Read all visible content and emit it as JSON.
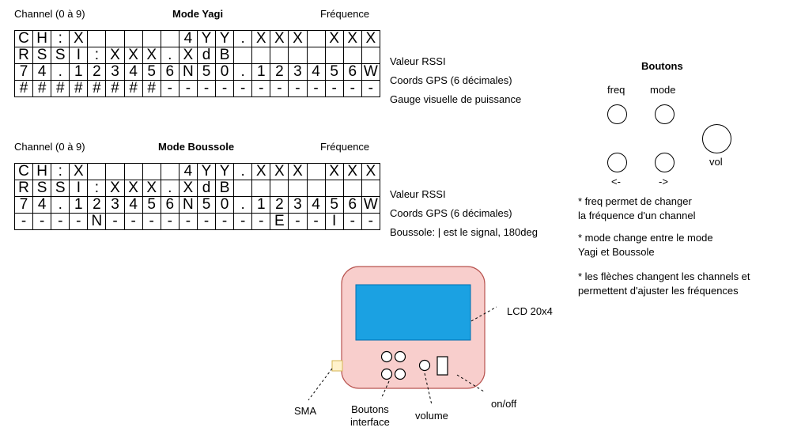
{
  "yagi": {
    "channel_label": "Channel (0 à 9)",
    "title": "Mode Yagi",
    "freq_label": "Fréquence",
    "rows": [
      [
        "C",
        "H",
        ":",
        "X",
        "",
        "",
        "",
        "",
        "",
        "4",
        "Y",
        "Y",
        ".",
        "X",
        "X",
        "X",
        "",
        "X",
        "X",
        "X"
      ],
      [
        "R",
        "S",
        "S",
        "I",
        ":",
        "X",
        "X",
        "X",
        ".",
        "X",
        "d",
        "B",
        "",
        "",
        "",
        "",
        "",
        "",
        "",
        ""
      ],
      [
        "7",
        "4",
        ".",
        "1",
        "2",
        "3",
        "4",
        "5",
        "6",
        "N",
        "5",
        "0",
        ".",
        "1",
        "2",
        "3",
        "4",
        "5",
        "6",
        "W"
      ],
      [
        "#",
        "#",
        "#",
        "#",
        "#",
        "#",
        "#",
        "#",
        "-",
        "-",
        "-",
        "-",
        "-",
        "-",
        "-",
        "-",
        "-",
        "-",
        "-",
        "-"
      ]
    ],
    "row_labels": [
      "",
      "Valeur RSSI",
      "Coords GPS (6 décimales)",
      "Gauge visuelle de puissance"
    ]
  },
  "boussole": {
    "channel_label": "Channel (0 à 9)",
    "title": "Mode Boussole",
    "freq_label": "Fréquence",
    "rows": [
      [
        "C",
        "H",
        ":",
        "X",
        "",
        "",
        "",
        "",
        "",
        "4",
        "Y",
        "Y",
        ".",
        "X",
        "X",
        "X",
        "",
        "X",
        "X",
        "X"
      ],
      [
        "R",
        "S",
        "S",
        "I",
        ":",
        "X",
        "X",
        "X",
        ".",
        "X",
        "d",
        "B",
        "",
        "",
        "",
        "",
        "",
        "",
        "",
        ""
      ],
      [
        "7",
        "4",
        ".",
        "1",
        "2",
        "3",
        "4",
        "5",
        "6",
        "N",
        "5",
        "0",
        ".",
        "1",
        "2",
        "3",
        "4",
        "5",
        "6",
        "W"
      ],
      [
        "-",
        "-",
        "-",
        "-",
        "N",
        "-",
        "-",
        "-",
        "-",
        "-",
        "-",
        "-",
        "-",
        "-",
        "E",
        "-",
        "-",
        "I",
        "-",
        "-"
      ]
    ],
    "row_labels": [
      "",
      "Valeur RSSI",
      "Coords GPS (6 décimales)",
      "Boussole: | est le signal, 180deg"
    ]
  },
  "buttons_panel": {
    "title": "Boutons",
    "freq": "freq",
    "mode": "mode",
    "left": "<-",
    "right": "->",
    "vol": "vol",
    "notes": [
      [
        "* freq permet de changer",
        "la fréquence d'un channel"
      ],
      [
        "* mode change entre le mode",
        "Yagi et Boussole"
      ],
      [
        "* les flèches changent les channels et",
        "permettent d'ajuster les fréquences"
      ]
    ]
  },
  "device": {
    "lcd": "LCD 20x4",
    "sma": "SMA",
    "buttons": [
      "Boutons",
      "interface"
    ],
    "volume": "volume",
    "onoff": "on/off",
    "colors": {
      "body": "#f8cecc",
      "body_border": "#b85450",
      "screen": "#1ba1e2",
      "screen_border": "#006eaf",
      "sma": "#fff2cc",
      "sma_border": "#d6b656"
    }
  }
}
